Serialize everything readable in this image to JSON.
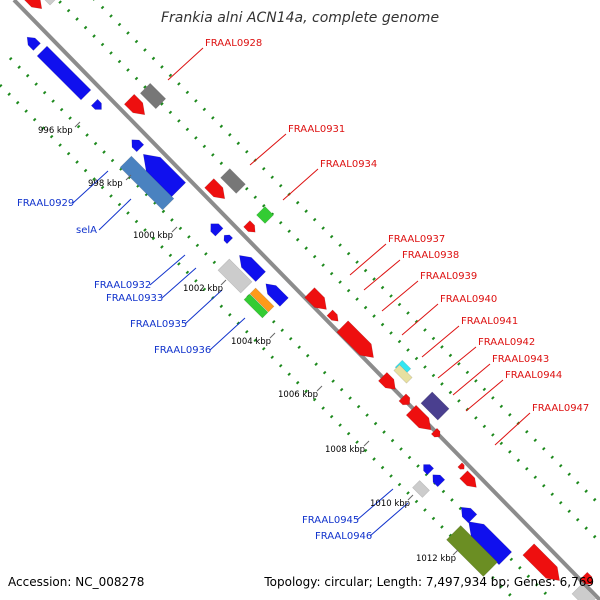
{
  "title": "Frankia alni ACN14a, complete genome",
  "accession": "Accession: NC_008278",
  "topology": "Topology: circular; Length: 7,497,934 bp; Genes: 6,769",
  "colors": {
    "backbone": "#8c8c8c",
    "dots": "#1e8a1e",
    "forward_label": "#dd1111",
    "reverse_label": "#1133cc",
    "forward_gene": "#ee0f0f",
    "reverse_gene": "#1010ee",
    "gray_gene": "#777777",
    "light_gene": "#cccccc",
    "steelblue_gene": "#4a82c0",
    "green_gene": "#33cc33",
    "olive_gene": "#6b8e23",
    "navy_gene": "#4a3f8f",
    "cyan_gene": "#33e6f2",
    "tan_gene": "#e8e0a0",
    "orange_gene": "#ff9a1a"
  },
  "ticks": [
    {
      "label": "996 kbp"
    },
    {
      "label": "998 kbp"
    },
    {
      "label": "1000 kbp"
    },
    {
      "label": "1002 kbp"
    },
    {
      "label": "1004 kbp"
    },
    {
      "label": "1006 kbp"
    },
    {
      "label": "1008 kbp"
    },
    {
      "label": "1010 kbp"
    },
    {
      "label": "1012 kbp"
    }
  ],
  "forward_labels": [
    "FRAAL0928",
    "FRAAL0931",
    "FRAAL0934",
    "FRAAL0937",
    "FRAAL0938",
    "FRAAL0939",
    "FRAAL0940",
    "FRAAL0941",
    "FRAAL0942",
    "FRAAL0943",
    "FRAAL0944",
    "FRAAL0947"
  ],
  "reverse_labels": [
    "FRAAL0929",
    "selA",
    "FRAAL0932",
    "FRAAL0933",
    "FRAAL0935",
    "FRAAL0936",
    "FRAAL0945",
    "FRAAL0946"
  ]
}
